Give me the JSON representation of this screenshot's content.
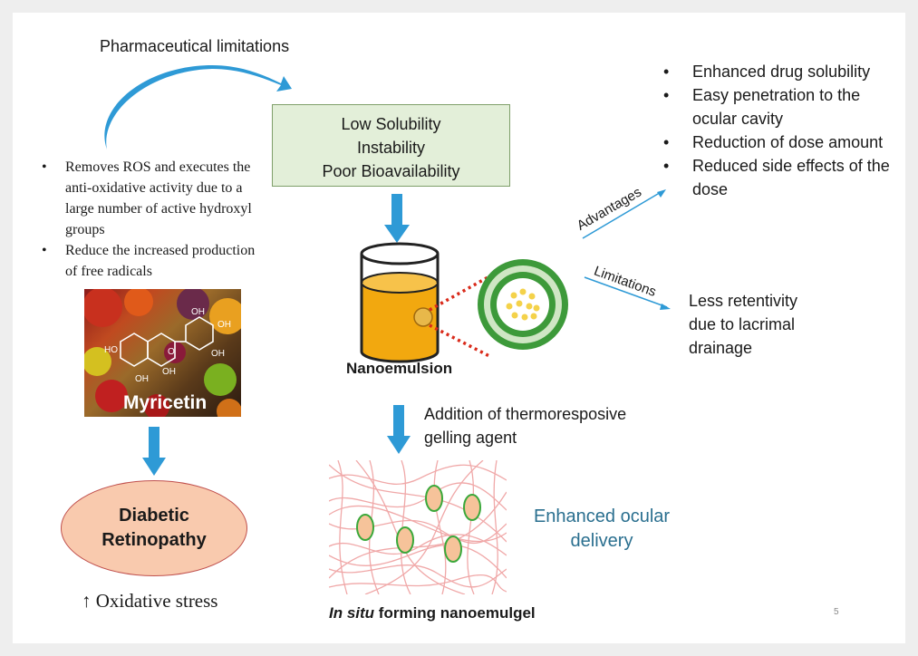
{
  "pharma_limitations_label": "Pharmaceutical limitations",
  "problems": [
    "Low Solubility",
    "Instability",
    "Poor Bioavailability"
  ],
  "left_bullets": [
    "Removes ROS and executes the anti-oxidative activity due to a large number of active hydroxyl groups",
    "Reduce the increased production of free radicals"
  ],
  "photo": {
    "label": "Myricetin",
    "structure_labels": [
      "OH",
      "OH",
      "HO",
      "O",
      "OH",
      "OH",
      "OH"
    ]
  },
  "disease": {
    "line1": "Diabetic",
    "line2": "Retinopathy"
  },
  "oxidative_stress": {
    "arrow": "↑",
    "text": "Oxidative stress"
  },
  "nanoemulsion_label": "Nanoemulsion",
  "advantages_label": "Advantages",
  "limitations_label": "Limitations",
  "advantages": [
    "Enhanced drug solubility",
    "Easy penetration to the ocular cavity",
    "Reduction of dose amount",
    "Reduced side effects of the dose"
  ],
  "limitation_text": "Less retentivity due to lacrimal drainage",
  "addition_text": "Addition of thermoresposive gelling agent",
  "enhanced_delivery": "Enhanced ocular delivery",
  "gel_label": {
    "italic": "In situ",
    "rest": " forming nanoemulgel"
  },
  "page_number": "5",
  "colors": {
    "arrow_blue": "#2e9ad6",
    "box_fill": "#e3efd9",
    "oval_fill": "#f9caae",
    "liquid": "#f2a80f",
    "micelle_green": "#3d9a3a",
    "core_yellow": "#f4d24a",
    "gel_fiber": "#f0a8a8",
    "gel_droplet_ring": "#3aa83a",
    "delivery_text": "#2a6f8f",
    "dotted_red": "#d92a1a"
  }
}
